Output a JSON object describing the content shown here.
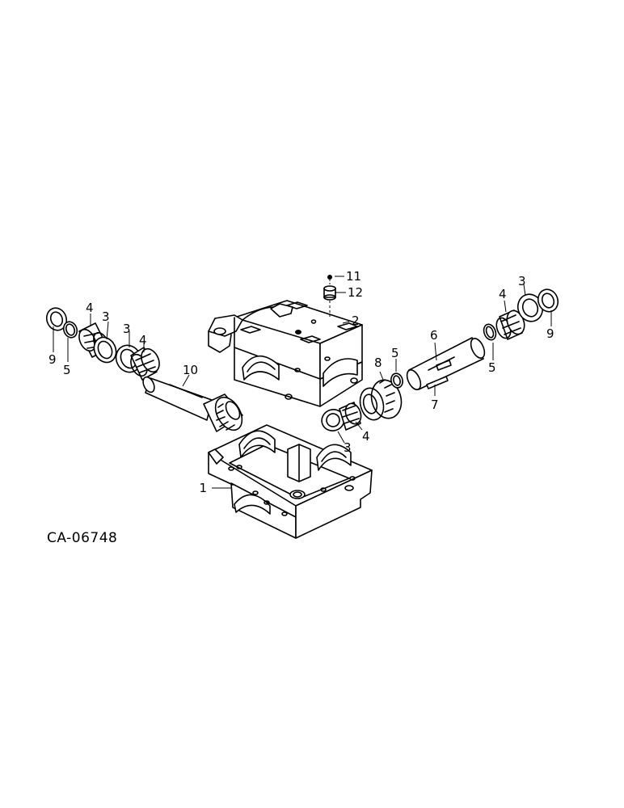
{
  "diagram": {
    "drawing_code": "CA-06748",
    "callouts": {
      "housing_lower": "1",
      "housing_upper": "2",
      "bearing_cup_left_outer": "3",
      "bearing_cup_left_inner": "3",
      "bearing_cup_center": "3",
      "bearing_cup_right": "3",
      "bearing_cone_left_outer": "4",
      "bearing_cone_left_inner": "4",
      "bearing_cone_center": "4",
      "bearing_cone_right": "4",
      "snap_ring_left": "5",
      "snap_ring_center": "5",
      "snap_ring_right": "5",
      "shaft_right": "6",
      "key": "7",
      "gear_right": "8",
      "seal_left": "9",
      "seal_right": "9",
      "shaft_gear_left": "10",
      "fitting": "11",
      "plug": "12"
    }
  }
}
